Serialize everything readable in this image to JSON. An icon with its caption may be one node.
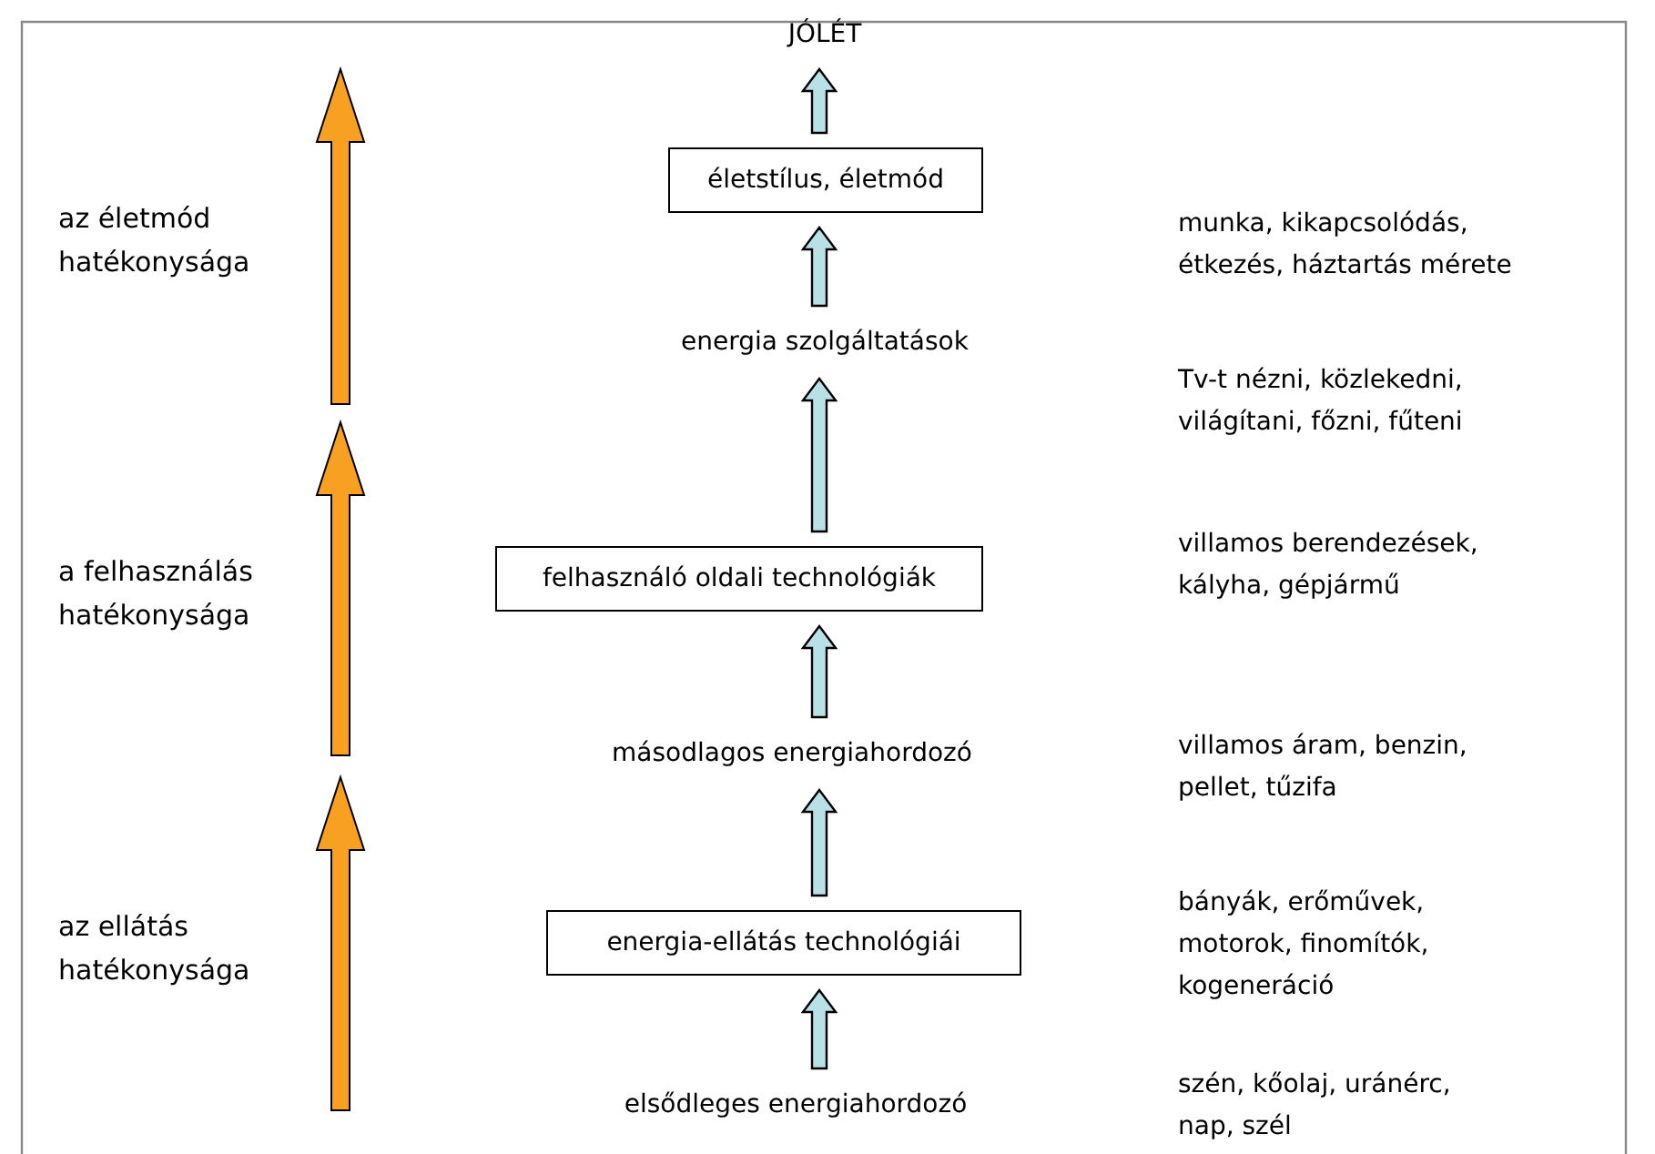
{
  "diagram": {
    "nodes": [
      {
        "text": [
          "JÓLÉT"
        ]
      },
      {
        "text": [
          "életstílus, életmód"
        ]
      },
      {
        "text": [
          "energia szolgáltatások"
        ]
      },
      {
        "text": [
          "felhasználó oldali technológiák"
        ]
      },
      {
        "text": [
          "másodlagos energiahordozó"
        ]
      },
      {
        "text": [
          "energia-ellátás technológiái"
        ]
      },
      {
        "text": [
          "elsődleges energiahordozó"
        ]
      }
    ],
    "edges": [
      {
        "from": 6,
        "to": 5,
        "arrow": "to"
      },
      {
        "from": 5,
        "to": 4,
        "arrow": "to"
      },
      {
        "from": 4,
        "to": 3,
        "arrow": "to"
      },
      {
        "from": 3,
        "to": 2,
        "arrow": "to"
      },
      {
        "from": 2,
        "to": 1,
        "arrow": "to"
      },
      {
        "from": 1,
        "to": 0,
        "arrow": "to"
      }
    ],
    "labels": [
      "az életmód hatékonysága",
      "a felhasználás hatékonysága",
      "az ellátás hatékonysága",
      "munka, kikapcsolódás, étkezés, háztartás mérete",
      "Tv-t nézni, közlekedni, világítani, főzni, fűteni",
      "villamos berendezések, kályha, gépjármű",
      "villamos áram, benzin, pellet, tűzifa",
      "bányák, erőművek, motorok, finomítók, kogeneráció",
      "szén, kőolaj, uránérc, nap, szél"
    ]
  }
}
